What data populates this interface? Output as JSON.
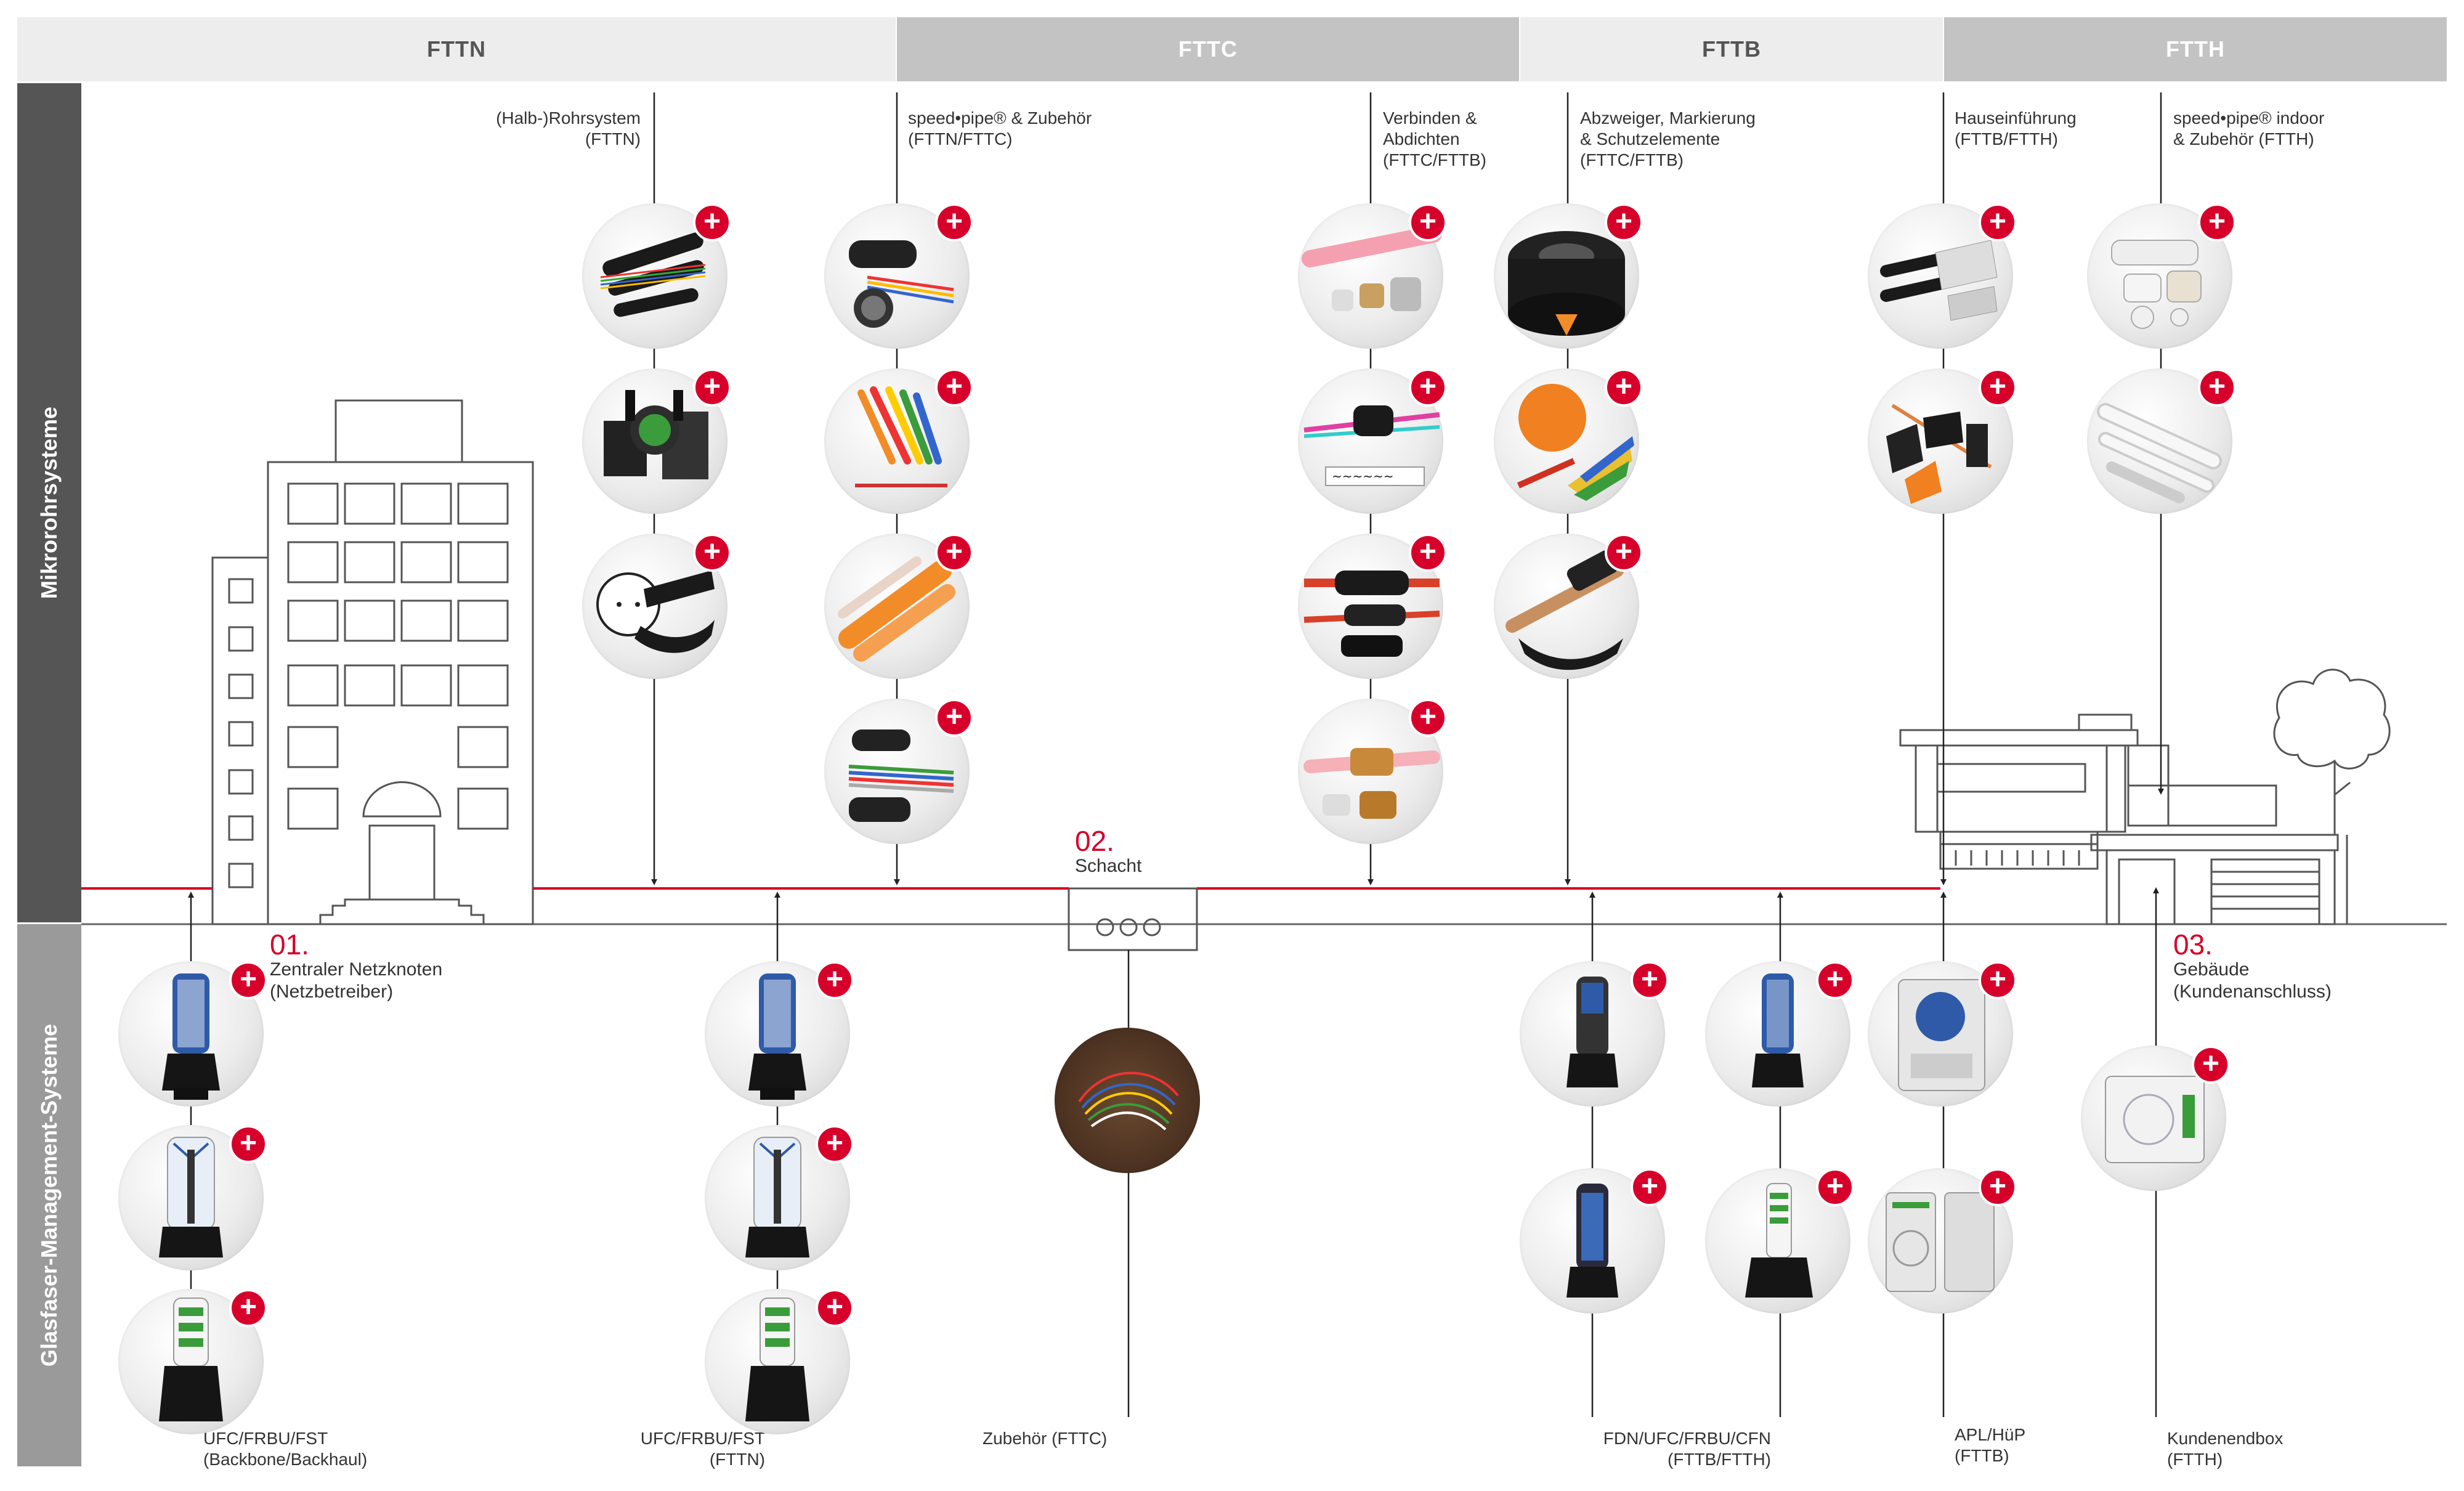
{
  "bands": [
    {
      "label": "FTTN",
      "style": "light"
    },
    {
      "label": "FTTC",
      "style": "dark"
    },
    {
      "label": "FTTB",
      "style": "light"
    },
    {
      "label": "FTTH",
      "style": "dark"
    }
  ],
  "sidebar": {
    "top": "Mikrorohrsysteme",
    "bottom": "Glasfaser-Management-Systeme"
  },
  "top_labels": {
    "halbrohr": "(Halb-)Rohrsystem\n(FTTN)",
    "speedpipe": "speed•pipe® & Zubehör\n(FTTN/FTTC)",
    "verbinden": "Verbinden &\nAbdichten\n(FTTC/FTTB)",
    "abzweiger": "Abzweiger, Markierung\n& Schutzelemente\n(FTTC/FTTB)",
    "hauseinfuehrung": "Hauseinführung\n(FTTB/FTTH)",
    "speedpipe_indoor": "speed•pipe® indoor\n& Zubehör (FTTH)"
  },
  "bottom_labels": {
    "ufc1": "UFC/FRBU/FST\n(Backbone/Backhaul)",
    "ufc2": "UFC/FRBU/FST\n(FTTN)",
    "zubehoer": "Zubehör (FTTC)",
    "fdn": "FDN/UFC/FRBU/CFN\n(FTTB/FTTH)",
    "apl": "APL/HüP\n(FTTB)",
    "kundenendbox": "Kundenendbox\n(FTTH)"
  },
  "nodes": {
    "n1": {
      "num": "01.",
      "title": "Zentraler Netzknoten\n(Netzbetreiber)"
    },
    "n2": {
      "num": "02.",
      "title": "Schacht"
    },
    "n3": {
      "num": "03.",
      "title": "Gebäude\n(Kundenanschluss)"
    }
  },
  "plus_symbol": "+",
  "colors": {
    "accent": "#d6002a",
    "dark_sidebar": "#555555",
    "light_sidebar": "#9a9a9a",
    "band_light": "#ededed",
    "band_dark": "#c3c3c3"
  },
  "products": [
    {
      "name": "halbrohr-product-1",
      "icon": "black-half-pipes-icon"
    },
    {
      "name": "halbrohr-product-2",
      "icon": "green-connector-icon"
    },
    {
      "name": "halbrohr-product-3",
      "icon": "split-pipe-icon"
    },
    {
      "name": "speedpipe-product-1",
      "icon": "microduct-bundle-icon"
    },
    {
      "name": "speedpipe-product-2",
      "icon": "colored-pipes-icon"
    },
    {
      "name": "speedpipe-product-3",
      "icon": "orange-pipes-icon"
    },
    {
      "name": "speedpipe-product-4",
      "icon": "pipe-clamp-icon"
    },
    {
      "name": "verbinden-product-1",
      "icon": "pink-coupler-icon"
    },
    {
      "name": "verbinden-product-2",
      "icon": "marked-cable-icon"
    },
    {
      "name": "verbinden-product-3",
      "icon": "black-coupler-icon"
    },
    {
      "name": "verbinden-product-4",
      "icon": "brass-coupler-icon"
    },
    {
      "name": "abzweiger-product-1",
      "icon": "black-hub-icon"
    },
    {
      "name": "abzweiger-product-2",
      "icon": "orange-ball-marker-icon"
    },
    {
      "name": "abzweiger-product-3",
      "icon": "protection-element-icon"
    },
    {
      "name": "hauseinfuehrung-product-1",
      "icon": "wall-entry-icon"
    },
    {
      "name": "hauseinfuehrung-product-2",
      "icon": "entry-sleeve-icon"
    },
    {
      "name": "indoor-product-1",
      "icon": "indoor-fittings-icon"
    },
    {
      "name": "indoor-product-2",
      "icon": "white-pipes-icon"
    },
    {
      "name": "ufc1-product-1",
      "icon": "blue-closure-icon"
    },
    {
      "name": "ufc1-product-2",
      "icon": "clear-closure-icon"
    },
    {
      "name": "ufc1-product-3",
      "icon": "splice-closure-icon"
    },
    {
      "name": "ufc2-product-1",
      "icon": "blue-closure-icon"
    },
    {
      "name": "ufc2-product-2",
      "icon": "clear-closure-icon"
    },
    {
      "name": "ufc2-product-3",
      "icon": "splice-closure-icon"
    },
    {
      "name": "schacht-product",
      "icon": "manhole-photo-icon"
    },
    {
      "name": "fdn-product-1",
      "icon": "dark-closure-icon"
    },
    {
      "name": "fdn-product-2",
      "icon": "blue-closure-icon"
    },
    {
      "name": "fdn-product-3",
      "icon": "tray-closure-icon"
    },
    {
      "name": "fdn-product-4",
      "icon": "open-closure-icon"
    },
    {
      "name": "apl-product-1",
      "icon": "wall-box-blue-icon"
    },
    {
      "name": "apl-product-2",
      "icon": "wall-box-open-icon"
    },
    {
      "name": "kundenendbox-product",
      "icon": "customer-box-icon"
    }
  ]
}
